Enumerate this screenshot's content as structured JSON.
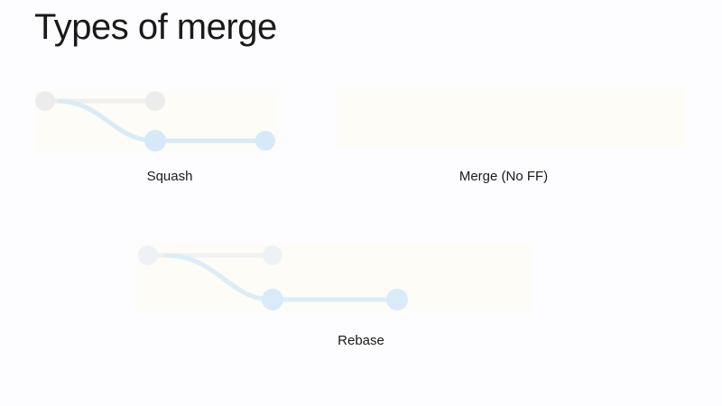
{
  "slide": {
    "title": "Types of merge"
  },
  "diagrams": [
    {
      "id": "squash",
      "caption": "Squash"
    },
    {
      "id": "merge-no-ff",
      "caption": "Merge (No FF)"
    },
    {
      "id": "rebase",
      "caption": "Rebase"
    }
  ],
  "colors": {
    "background": "#fdfcff",
    "panel": "#fdfcf6",
    "commit_faded": "#ececec",
    "commit_active": "#d6e9f8",
    "branch_line_faded": "#eeeeee",
    "branch_line_active": "#d9ebf8"
  }
}
